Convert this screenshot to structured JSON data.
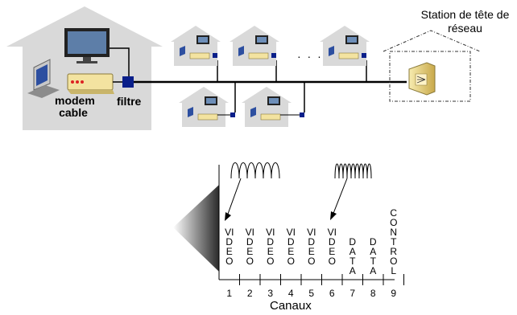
{
  "headend": {
    "title": "Station de tête de réseau"
  },
  "home": {
    "modem_label": "modem cable",
    "filter_label": "filtre"
  },
  "network": {
    "ellipsis": "· · ·"
  },
  "channels": {
    "axis_title": "Canaux",
    "items": [
      {
        "number": "1",
        "label": "VIDEO"
      },
      {
        "number": "2",
        "label": "VIDEO"
      },
      {
        "number": "3",
        "label": "VIDEO"
      },
      {
        "number": "4",
        "label": "VIDEO"
      },
      {
        "number": "5",
        "label": "VIDEO"
      },
      {
        "number": "6",
        "label": "VIDEO"
      },
      {
        "number": "7",
        "label": "DATA"
      },
      {
        "number": "8",
        "label": "DATA"
      },
      {
        "number": "9",
        "label": "CONTROL"
      }
    ]
  },
  "colors": {
    "house": "#d9d9d9",
    "cable": "#000000",
    "filter": "#0a1f8a",
    "modem": "#f3e3a0",
    "spectrum_dark": "#333333"
  }
}
